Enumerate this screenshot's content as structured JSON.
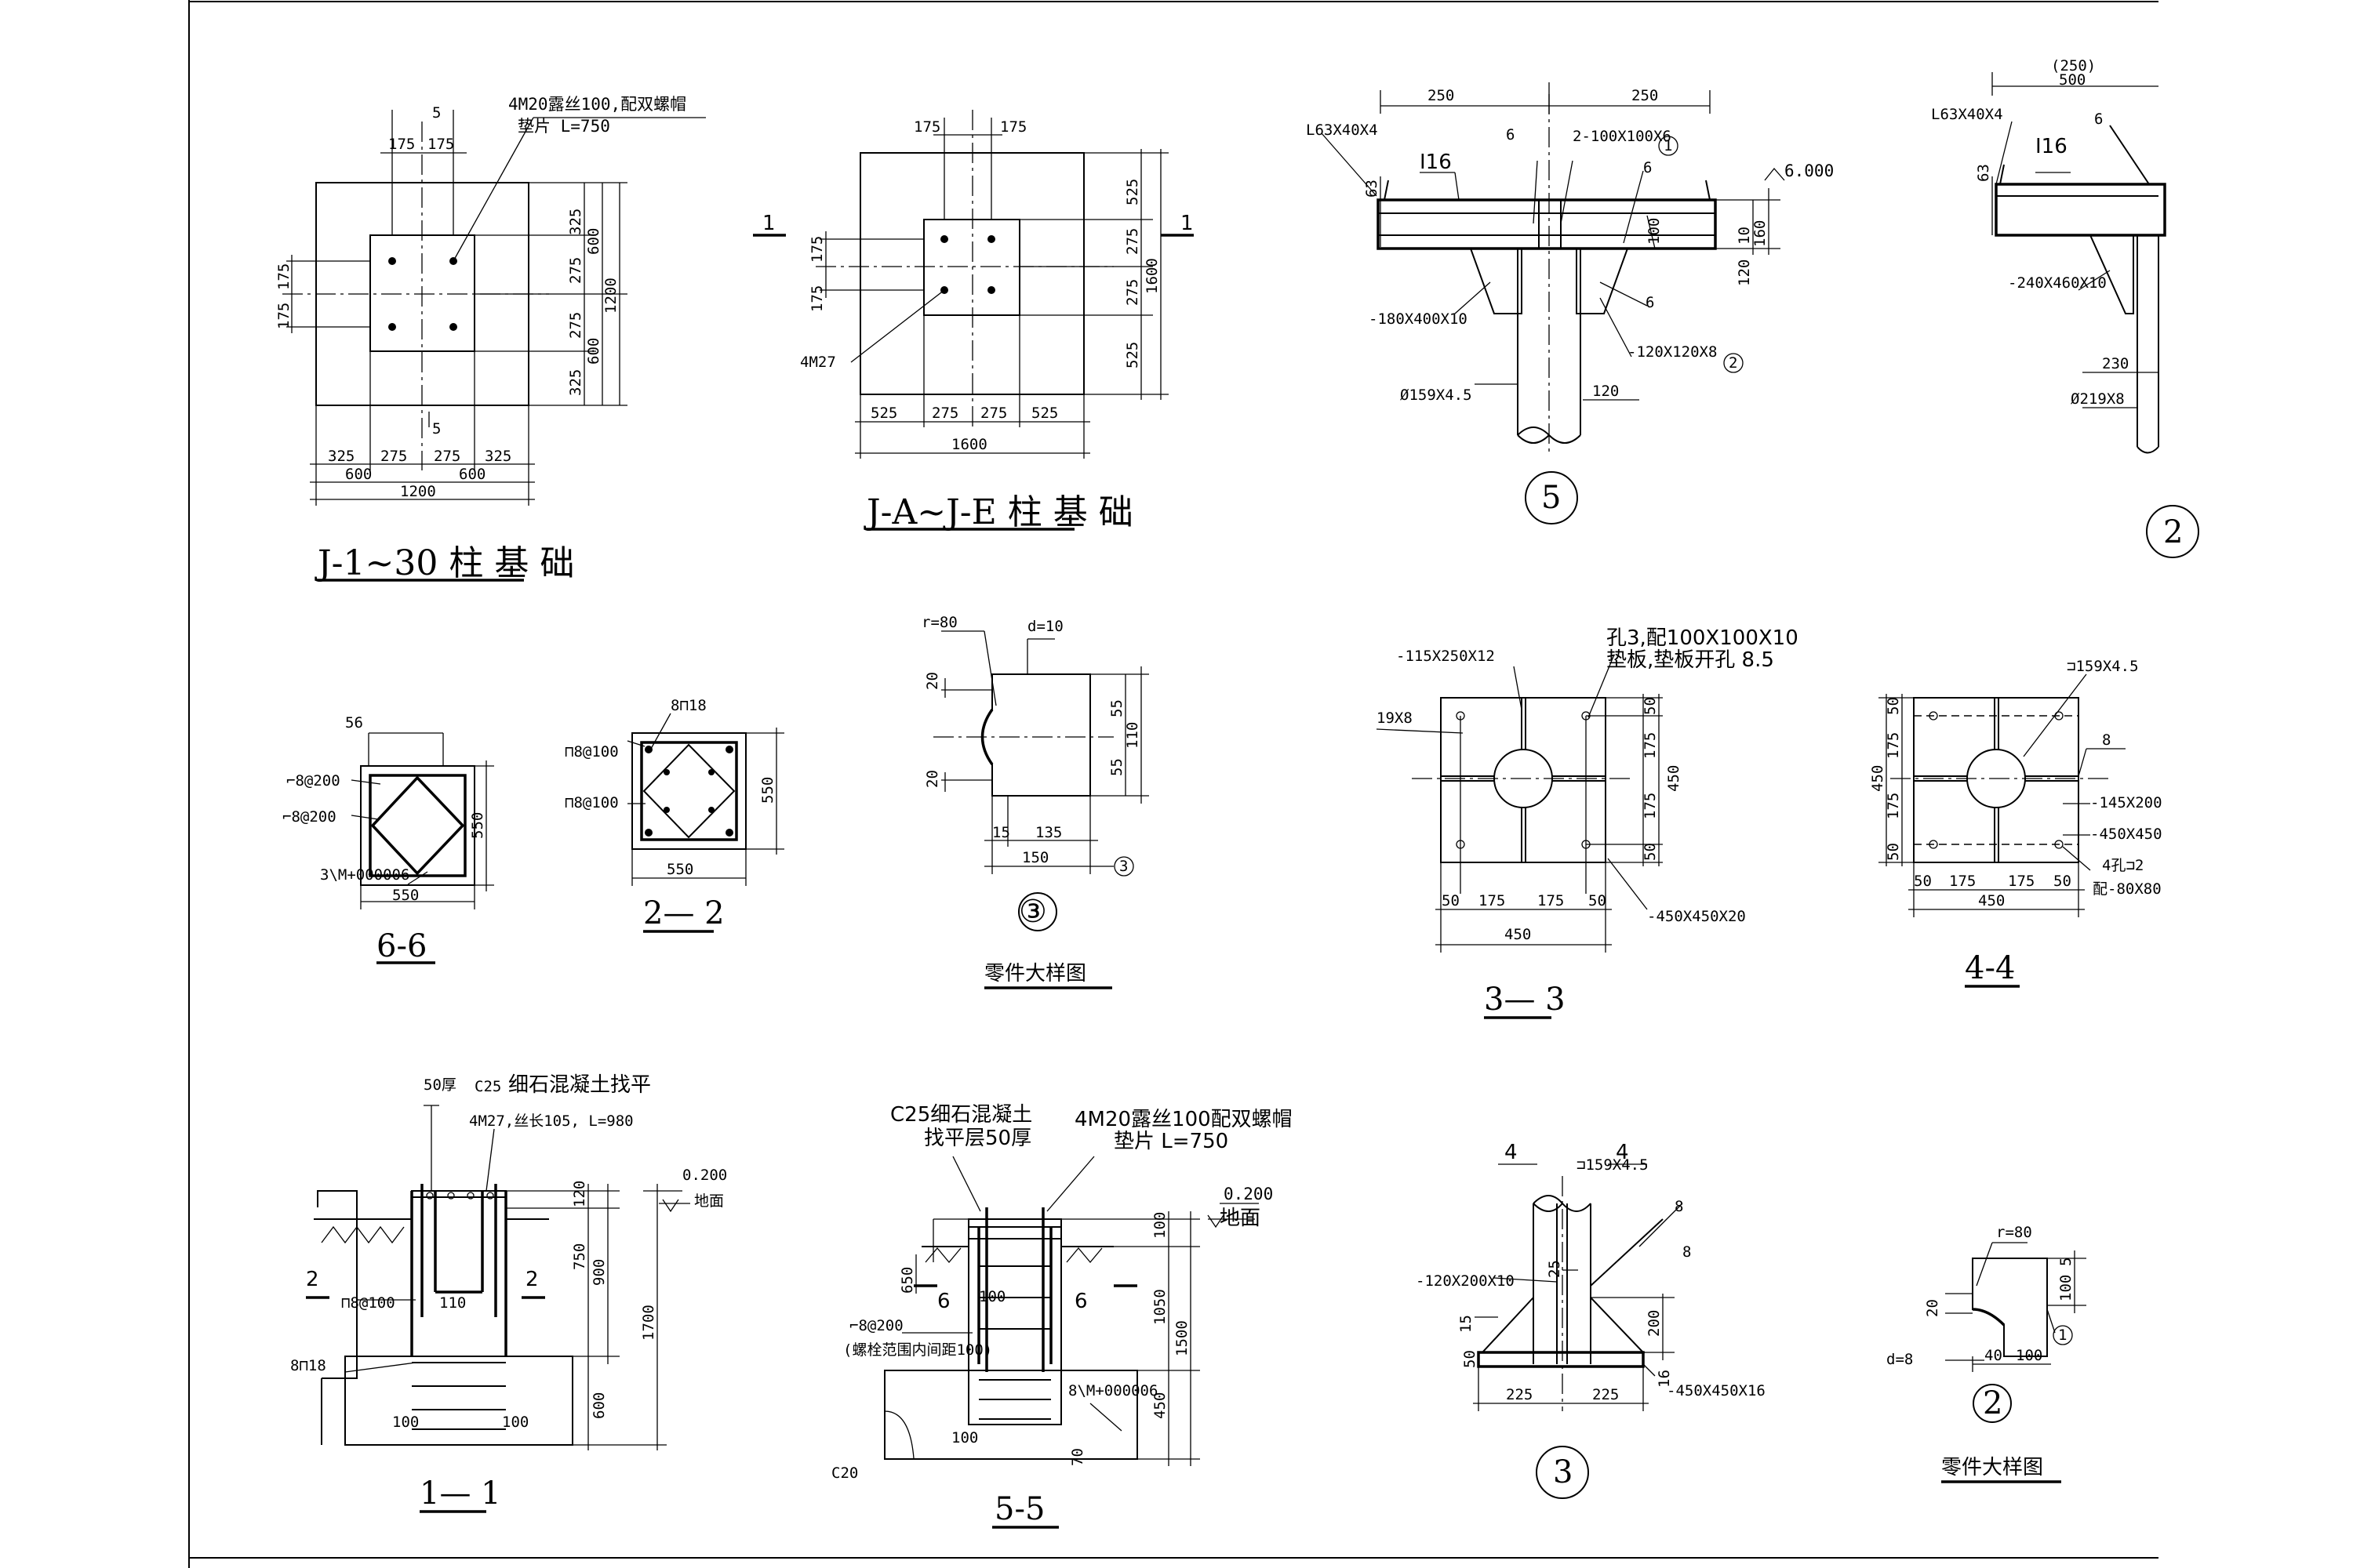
{
  "titles": {
    "j1": "J-1~30 柱 基 础",
    "ja": "J-A~J-E 柱 基 础",
    "s66": "6-6",
    "s22": "2— 2",
    "d3": "③",
    "parts1": "零件大样图",
    "s33": "3— 3",
    "s44": "4-4",
    "s11": "1— 1",
    "s55": "5-5",
    "d5": "5",
    "d3b": "3",
    "d2": "2",
    "parts2": "零件大样图",
    "d2cut": "2"
  },
  "j1": {
    "bolt_note_1": "4M20露丝100,配双螺帽",
    "bolt_note_2": "垫片 L=750",
    "top_175a": "175",
    "top_175b": "175",
    "left_175a": "175",
    "left_175b": "175",
    "cut_a": "5",
    "cut_b": "5",
    "r325a": "325",
    "r275a": "275",
    "r275b": "275",
    "r325b": "325",
    "r600a": "600",
    "r600b": "600",
    "r1200": "1200",
    "b325a": "325",
    "b275a": "275",
    "b275b": "275",
    "b325b": "325",
    "b600a": "600",
    "b600b": "600",
    "b1200": "1200"
  },
  "ja": {
    "top_175a": "175",
    "top_175b": "175",
    "left_175a": "175",
    "left_175b": "175",
    "cut_l": "1",
    "cut_r": "1",
    "r525a": "525",
    "r275a": "275",
    "r275b": "275",
    "r525b": "525",
    "r1600": "1600",
    "bolt": "4M27",
    "b525a": "525",
    "b275a": "275",
    "b275b": "275",
    "b525b": "525",
    "b1600": "1600"
  },
  "d5": {
    "w250a": "250",
    "w250b": "250",
    "angle": "L63X40X4",
    "i16": "I16",
    "weld6a": "6",
    "weld6b": "6",
    "weld6c": "6",
    "plate": "2-100X100X6",
    "ref1": "1",
    "d63": "63",
    "d100": "100",
    "d10": "10",
    "d120": "120",
    "d160": "160",
    "elev": "6.000",
    "plate2": "-180X400X10",
    "plate3": "-120X120X8",
    "ref2": "2",
    "pipe": "Ø159X4.5",
    "d120b": "120"
  },
  "d2cut": {
    "top": "(250)",
    "w500": "500",
    "angle": "L63X40X4",
    "i16": "I16",
    "weld6": "6",
    "d63": "63",
    "plate": "-240X460X10",
    "d230": "230",
    "pipe": "Ø219X8"
  },
  "s66": {
    "w56": "56",
    "r1": "⌐8@200",
    "r2": "⌐8@200",
    "r3": "3\\M+000006",
    "h550": "550",
    "w550": "550"
  },
  "s22": {
    "bar": "8⊓18",
    "r1": "⊓8@100",
    "r2": "⊓8@100",
    "h550": "550",
    "w550": "550"
  },
  "part3": {
    "r80": "r=80",
    "d10": "d=10",
    "h20a": "20",
    "h20b": "20",
    "h55a": "55",
    "h55b": "55",
    "h110": "110",
    "w15": "15",
    "w135": "135",
    "w150": "150",
    "ref": "3"
  },
  "s33": {
    "plate1": "-115X250X12",
    "hole1": "孔3,配100X100X10",
    "hole2": "垫板,垫板开孔 8.5",
    "weld": "19X8",
    "v50a": "50",
    "v175a": "175",
    "v175b": "175",
    "v50b": "50",
    "v450": "450",
    "h50a": "50",
    "h175a": "175",
    "h175b": "175",
    "h50b": "50",
    "h450": "450",
    "base": "-450X450X20"
  },
  "s44": {
    "pipe": "⊐159X4.5",
    "weld8": "8",
    "plate1": "-145X200",
    "plate2": "-450X450",
    "hole": "4孔⊐2",
    "pad": "配-80X80",
    "v450": "450",
    "v50a": "50",
    "v175a": "175",
    "v175b": "175",
    "v50b": "50",
    "h50a": "50",
    "h175a": "175",
    "h175b": "175",
    "h50b": "50",
    "h450": "450"
  },
  "s11": {
    "top_note_a": "50厚",
    "top_note_b": "C25",
    "top_note_c": " 细石混凝土找平",
    "bolt": "4M27,丝长105, L=980",
    "elev": "0.200",
    "ground": "地面",
    "d120": "120",
    "d750": "750",
    "d900": "900",
    "d600": "600",
    "d1700": "1700",
    "stirrup": "⊓8@100",
    "w110": "110",
    "bar": "8⊓18",
    "w100a": "100",
    "w100b": "100",
    "cut_l": "2",
    "cut_r": "2"
  },
  "s55": {
    "note1a": "C25细石混凝土",
    "note1b": "找平层50厚",
    "note2a": "4M20露丝100配双螺帽",
    "note2b": "垫片 L=750",
    "elev": "0.200",
    "ground": "地面",
    "d100": "100",
    "d1050": "1050",
    "d1500": "1500",
    "d450": "450",
    "d70": "70",
    "d650": "650",
    "w100a": "100",
    "w100b": "100",
    "stirrup": "⌐8@200",
    "stirrup_note": "(螺栓范围内间距100)",
    "bar": "8\\M+000006",
    "conc": "C20",
    "cut_l": "6",
    "cut_r": "6"
  },
  "d3": {
    "pipe": "⊐159X4.5",
    "cut_l": "4",
    "cut_r": "4",
    "weld8a": "8",
    "weld8b": "8",
    "plate": "-120X200X10",
    "d25": "25",
    "d15": "15",
    "d50": "50",
    "d200": "200",
    "d16": "16",
    "base": "-450X450X16",
    "w225a": "225",
    "w225b": "225"
  },
  "part2": {
    "r80": "r=80",
    "d8": "d=8",
    "h20": "20",
    "h100": "100",
    "h5": "5",
    "w40": "40",
    "w100": "100",
    "ref": "1"
  }
}
